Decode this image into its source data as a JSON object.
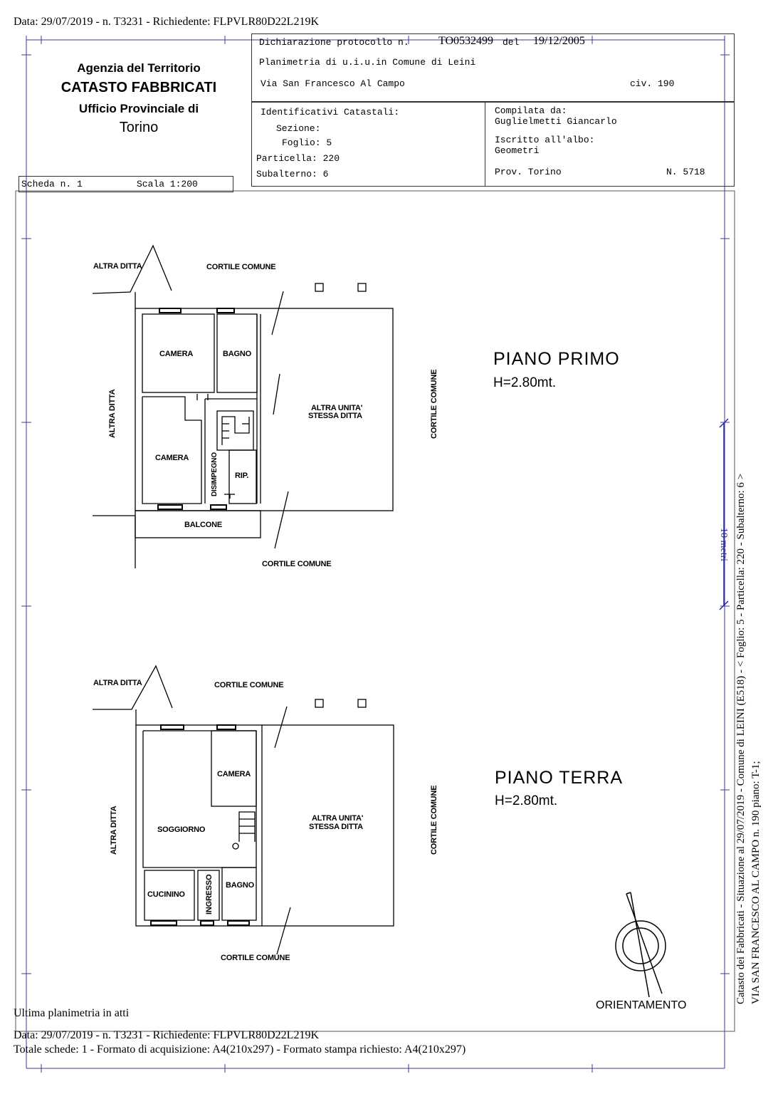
{
  "header": {
    "top_line": "Data: 29/07/2019 - n. T3231 - Richiedente: FLPVLR80D22L219K"
  },
  "agency": {
    "line1": "Agenzia del Territorio",
    "line2": "CATASTO FABBRICATI",
    "line3": "Ufficio Provinciale di",
    "line4": "Torino"
  },
  "scheda": {
    "label": "Scheda n. 1",
    "scale": "Scala 1:200"
  },
  "declaration": {
    "prefix": "Dichiarazione protocollo n.",
    "protocol": "TO0532499",
    "del": "del",
    "date": "19/12/2005",
    "line2": "Planimetria di u.i.u.in Comune di Leini",
    "address": "Via San Francesco Al Campo",
    "civ": "civ. 190"
  },
  "identifiers": {
    "title": "Identificativi Catastali:",
    "sezione": "Sezione:",
    "foglio": "Foglio: 5",
    "particella": "Particella: 220",
    "subalterno": "Subalterno: 6"
  },
  "compiler": {
    "label": "Compilata da:",
    "name": "Guglielmetti Giancarlo",
    "albo_label": "Iscritto all'albo:",
    "albo": "Geometri",
    "prov": "Prov. Torino",
    "number": "N.  5718"
  },
  "plan_primo": {
    "title": "PIANO  PRIMO",
    "height": "H=2.80mt.",
    "labels": {
      "altra_ditta_top": "ALTRA DITTA",
      "cortile_top": "CORTILE COMUNE",
      "camera1": "CAMERA",
      "bagno": "BAGNO",
      "camera2": "CAMERA",
      "disimpegno": "DISIMPEGNO",
      "rip": "RIP.",
      "altra_unita_1": "ALTRA UNITA'",
      "altra_unita_2": "STESSA DITTA",
      "cortile_right": "CORTILE COMUNE",
      "altra_ditta_left": "ALTRA DITTA",
      "balcone": "BALCONE",
      "cortile_bottom": "CORTILE COMUNE"
    }
  },
  "plan_terra": {
    "title": "PIANO  TERRA",
    "height": "H=2.80mt.",
    "labels": {
      "altra_ditta_top": "ALTRA DITTA",
      "cortile_top": "CORTILE COMUNE",
      "camera": "CAMERA",
      "soggiorno": "SOGGIORNO",
      "altra_unita_1": "ALTRA UNITA'",
      "altra_unita_2": "STESSA DITTA",
      "cortile_right": "CORTILE COMUNE",
      "altra_ditta_left": "ALTRA DITTA",
      "cucinino": "CUCININO",
      "ingresso": "INGRESSO",
      "bagno": "BAGNO",
      "cortile_bottom": "CORTILE COMUNE"
    }
  },
  "orientation": {
    "label": "ORIENTAMENTO"
  },
  "scale_bar": {
    "label": "10 metri"
  },
  "side_text": {
    "line1": "Catasto dei Fabbricati - Situazione al 29/07/2019 - Comune di LEINI (E518) - < Foglio: 5 - Particella: 220 - Subalterno: 6 >",
    "line2": "VIA SAN FRANCESCO AL CAMPO n. 190 piano: T-1;"
  },
  "footer": {
    "last_plan": "Ultima planimetria in atti",
    "line1": "Data: 29/07/2019 - n. T3231 - Richiedente: FLPVLR80D22L219K",
    "line2": "Totale schede: 1 - Formato di acquisizione: A4(210x297)  - Formato stampa richiesto: A4(210x297)"
  },
  "colors": {
    "ink": "#000000",
    "frame": "#3a3a9a",
    "scale_bar": "#2a2aa0"
  }
}
